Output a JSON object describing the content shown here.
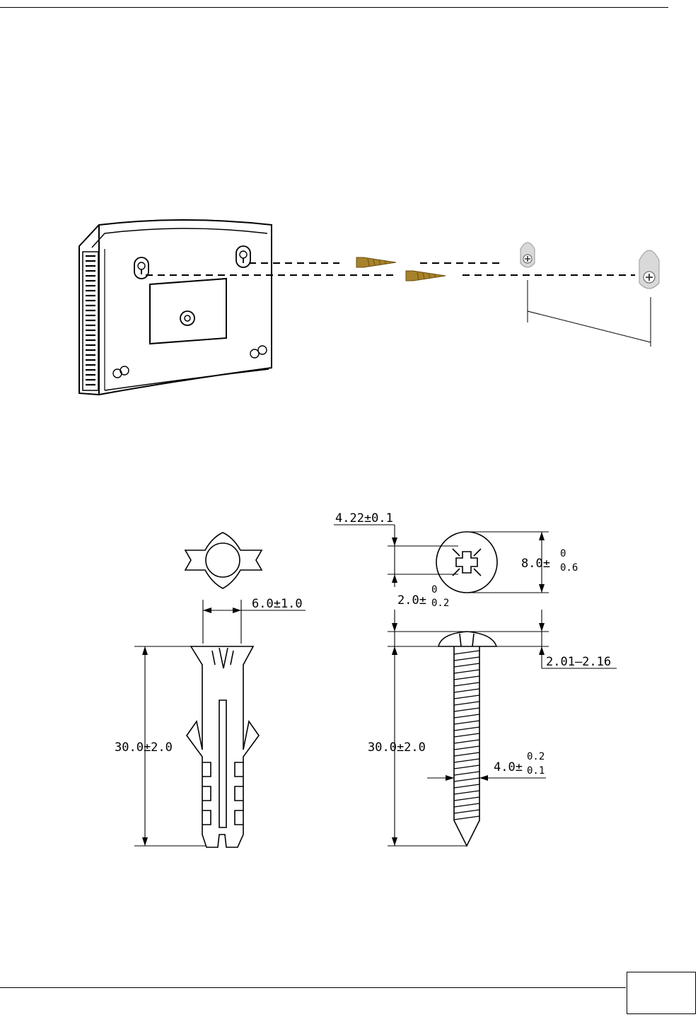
{
  "page": {
    "number": ""
  },
  "drawing": {
    "anchor_width": "6.0±1.0",
    "anchor_length": "30.0±2.0",
    "head_cross": "4.22±0.1",
    "head_diameter_base": "8.0±",
    "head_diameter_upper": "0",
    "head_diameter_lower": "0.6",
    "head_height_base": "2.0±",
    "head_height_upper": "0",
    "head_height_lower": "0.2",
    "head_thickness": "2.01–2.16",
    "screw_length": "30.0±2.0",
    "screw_diameter_base": "4.0±",
    "screw_diameter_upper": "0.2",
    "screw_diameter_lower": "0.1"
  },
  "colors": {
    "screw": "#a6822a",
    "screw_dark": "#6b4f12",
    "bracket": "#d9d9d9"
  }
}
